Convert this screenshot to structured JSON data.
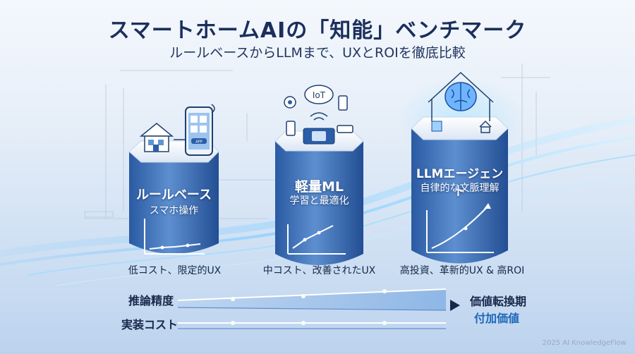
{
  "title": "スマートホームAIの「知能」ベンチマーク",
  "subtitle": "ルールベースからLLMまで、UXとROIを徹底比較",
  "tiers": [
    {
      "name": "ルールベース",
      "desc": "スマホ操作",
      "footer": "低コスト、限定的UX"
    },
    {
      "name": "軽量ML",
      "desc": "学習と最適化",
      "footer": "中コスト、改善されたUX"
    },
    {
      "name": "LLMエージェント",
      "desc": "自律的な文脈理解",
      "footer": "高投資、革新的UX & 高ROI"
    }
  ],
  "icons": {
    "iot_label": "IoT",
    "smartphone_button": "APP"
  },
  "metrics": {
    "accuracy_label": "推論精度",
    "cost_label": "実装コスト"
  },
  "right_labels": {
    "main": "価値転換期",
    "sub": "付加価値"
  },
  "credit": "2025 AI KnowledgeFlow",
  "colors": {
    "title": "#1b2f5c",
    "accent": "#1e66b8",
    "cylinder_dark": "#2b5ea8",
    "cylinder_light": "#6f9fd8"
  }
}
